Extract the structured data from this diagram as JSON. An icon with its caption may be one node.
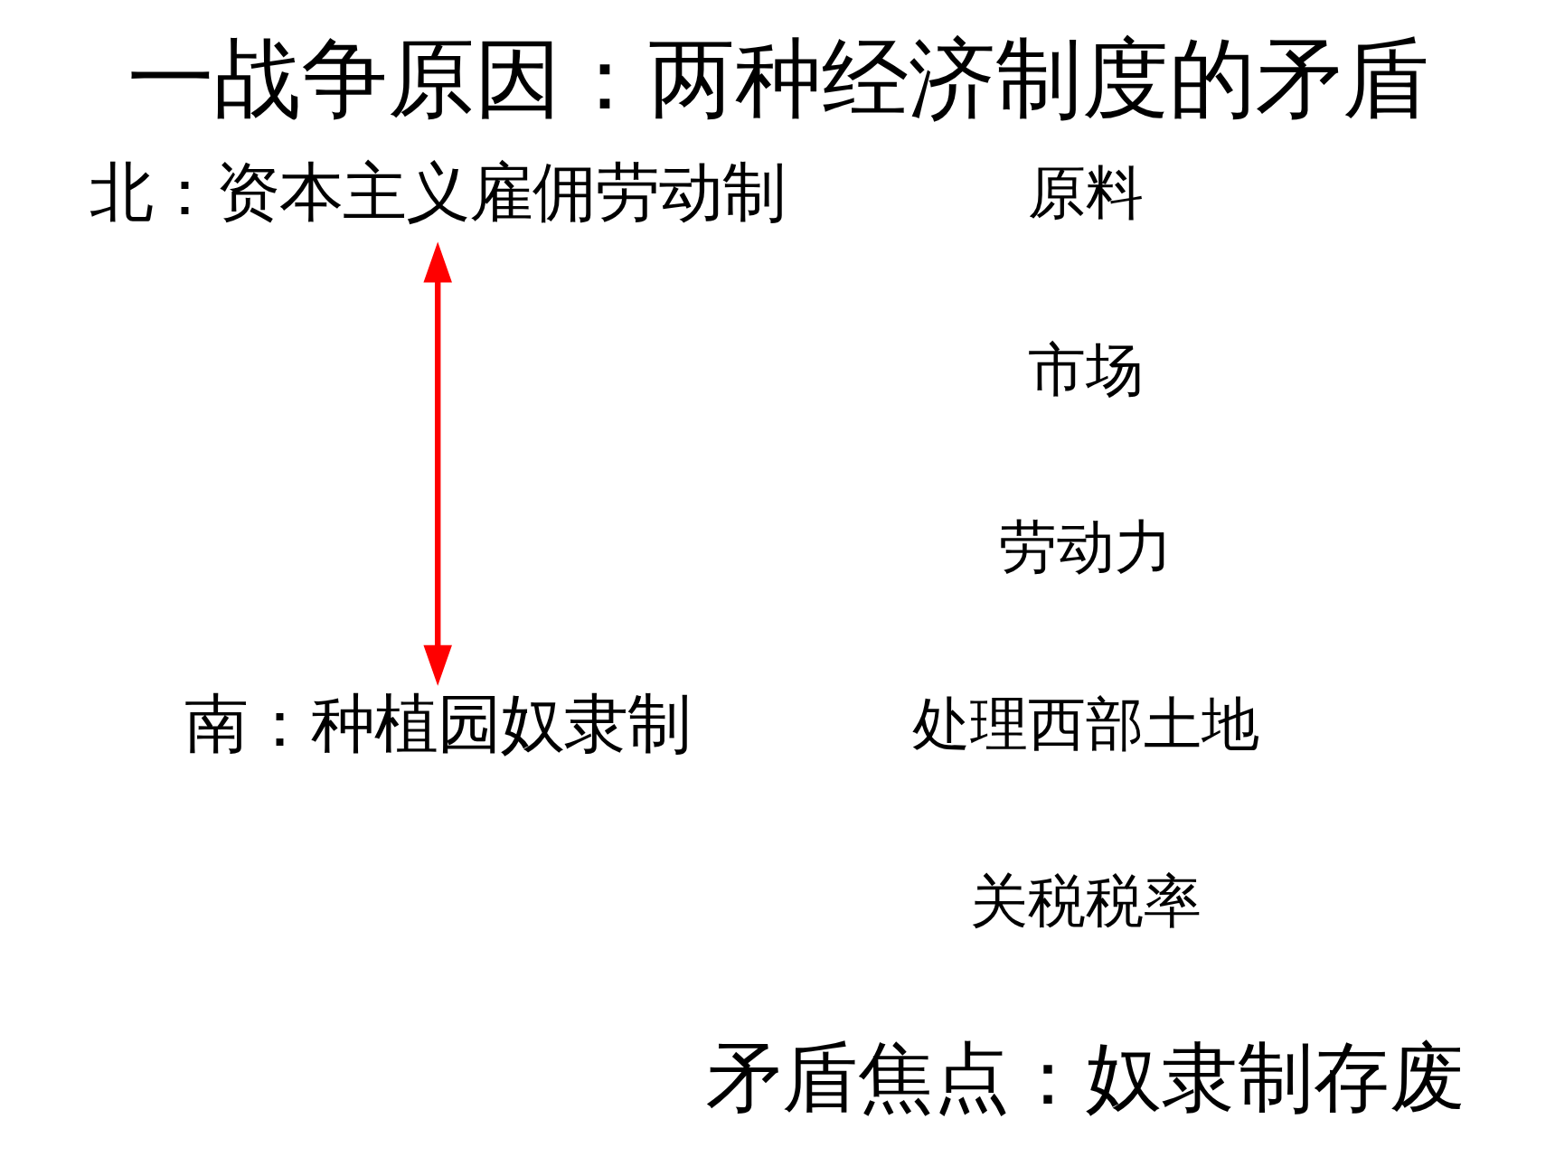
{
  "diagram": {
    "title": "一战争原因：两种经济制度的矛盾",
    "nodes": [
      {
        "text": [
          "北：资本主义雇佣劳动制"
        ]
      },
      {
        "text": [
          "南：种植园奴隶制"
        ]
      }
    ],
    "edges": [
      {
        "from": 0,
        "to": 1,
        "arrow": "both",
        "color": "#ff0000"
      }
    ],
    "labels": [
      "原料",
      "市场",
      "劳动力",
      "处理西部土地",
      "关税税率",
      "矛盾焦点：奴隶制存废"
    ]
  }
}
